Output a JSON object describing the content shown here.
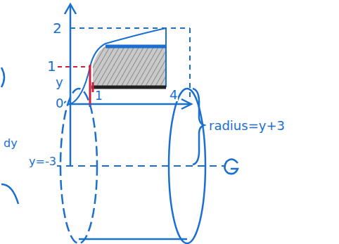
{
  "diagram": {
    "labels": [
      "2",
      "1",
      "y",
      "0",
      "1",
      "4",
      "radius=y+3",
      "y=-3",
      "dy"
    ]
  }
}
